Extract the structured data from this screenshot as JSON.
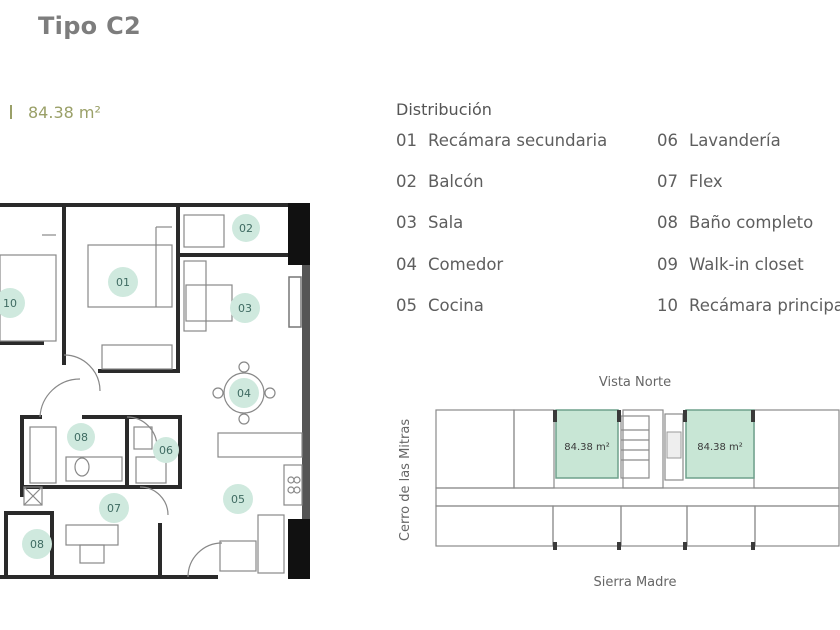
{
  "header": {
    "title": "Tipo C2"
  },
  "unit": {
    "area": "84.38 m²"
  },
  "distribution": {
    "title": "Distribución",
    "items": [
      {
        "num": "01",
        "label": "Recámara secundaria"
      },
      {
        "num": "02",
        "label": "Balcón"
      },
      {
        "num": "03",
        "label": "Sala"
      },
      {
        "num": "04",
        "label": "Comedor"
      },
      {
        "num": "05",
        "label": "Cocina"
      },
      {
        "num": "06",
        "label": "Lavandería"
      },
      {
        "num": "07",
        "label": "Flex"
      },
      {
        "num": "08",
        "label": "Baño completo"
      },
      {
        "num": "09",
        "label": "Walk-in closet"
      },
      {
        "num": "10",
        "label": "Recámara principal"
      }
    ]
  },
  "floorplan": {
    "badges": [
      "10",
      "01",
      "02",
      "03",
      "04",
      "08",
      "06",
      "07",
      "05",
      "08"
    ]
  },
  "site_plan": {
    "north": "Vista Norte",
    "south": "Sierra Madre",
    "west": "Cerro de las Mitras",
    "unit_left_area": "84.38 m²",
    "unit_right_area": "84.38 m²"
  },
  "colors": {
    "badge_fill": "#cfe9de",
    "highlight_fill": "#c8e6d5",
    "wall": "#2a2a2a",
    "accent": "#9aa068"
  }
}
